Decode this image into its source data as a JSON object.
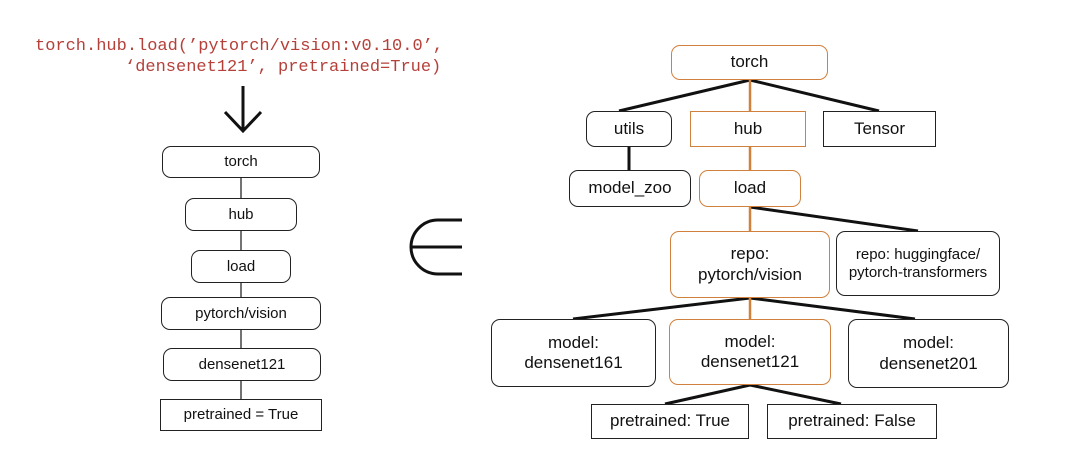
{
  "code": {
    "line1": "torch.hub.load(’pytorch/vision:v0.10.0’,",
    "line2": "‘densenet121’, pretrained=True)"
  },
  "membership_symbol": "∈",
  "left_path": {
    "nodes": [
      "torch",
      "hub",
      "load",
      "pytorch/vision",
      "densenet121",
      "pretrained = True"
    ]
  },
  "tree": {
    "torch": "torch",
    "utils": "utils",
    "hub": "hub",
    "tensor": "Tensor",
    "model_zoo": "model_zoo",
    "load": "load",
    "repo_vision": [
      "repo:",
      "pytorch/vision"
    ],
    "repo_hf": [
      "repo: huggingface/",
      "pytorch-transformers"
    ],
    "model_161": [
      "model:",
      "densenet161"
    ],
    "model_121": [
      "model:",
      "densenet121"
    ],
    "model_201": [
      "model:",
      "densenet201"
    ],
    "pre_true": "pretrained: True",
    "pre_false": "pretrained: False"
  },
  "colors": {
    "code_text": "#b5403a",
    "highlight_path": "#d0813e",
    "edge": "#111111"
  }
}
